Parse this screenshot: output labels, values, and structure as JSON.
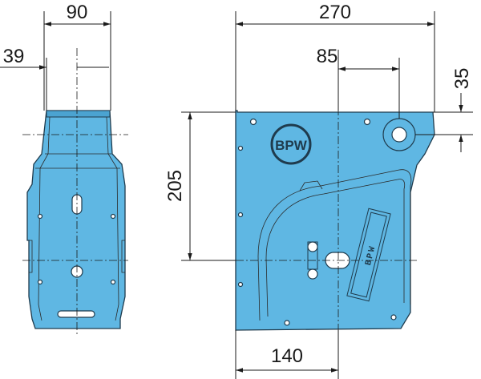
{
  "dimensions": {
    "side_width": "90",
    "side_offset": "39",
    "front_width": "270",
    "hole_offset_x": "85",
    "hole_offset_y": "35",
    "hole_height": "205",
    "bottom_width": "140"
  },
  "logo": {
    "text": "BPW",
    "label_plate": "BPW"
  },
  "colors": {
    "part_fill": "#5fb7e3",
    "outline": "#1f3b4d",
    "dimension": "#1a1a1a"
  }
}
